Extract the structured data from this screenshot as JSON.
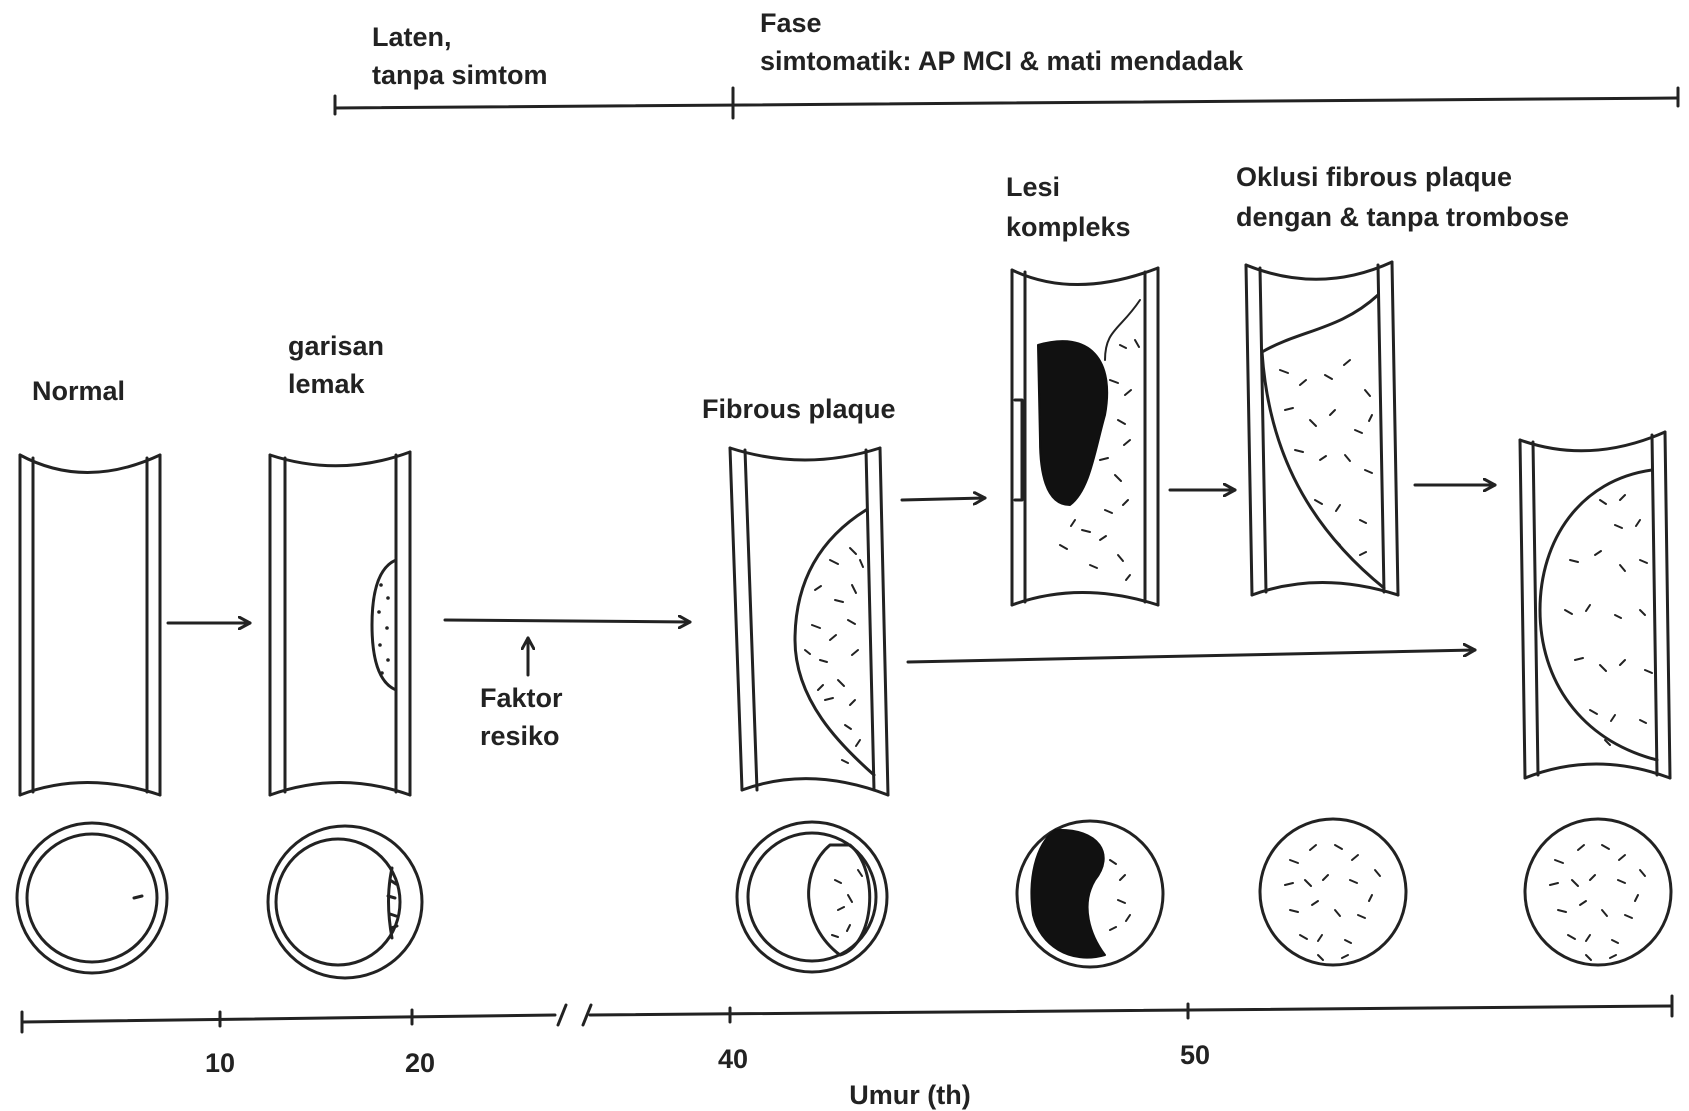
{
  "phases": {
    "latent": [
      "Laten,",
      "tanpa simtom"
    ],
    "symptomatic": [
      "Fase",
      "simtomatik:  AP MCI & mati mendadak"
    ]
  },
  "stages": {
    "normal": [
      "Normal"
    ],
    "fatty_streak": [
      "garisan",
      "lemak"
    ],
    "fibrous_plaque": [
      "Fibrous plaque"
    ],
    "complex_lesion": [
      "Lesi",
      "kompleks"
    ],
    "occlusion": [
      "Oklusi fibrous plaque",
      "dengan & tanpa trombose"
    ]
  },
  "risk_factor": [
    "Faktor",
    "resiko"
  ],
  "axis": {
    "label": "Umur (th)",
    "ticks": [
      "10",
      "20",
      "40",
      "50"
    ]
  }
}
